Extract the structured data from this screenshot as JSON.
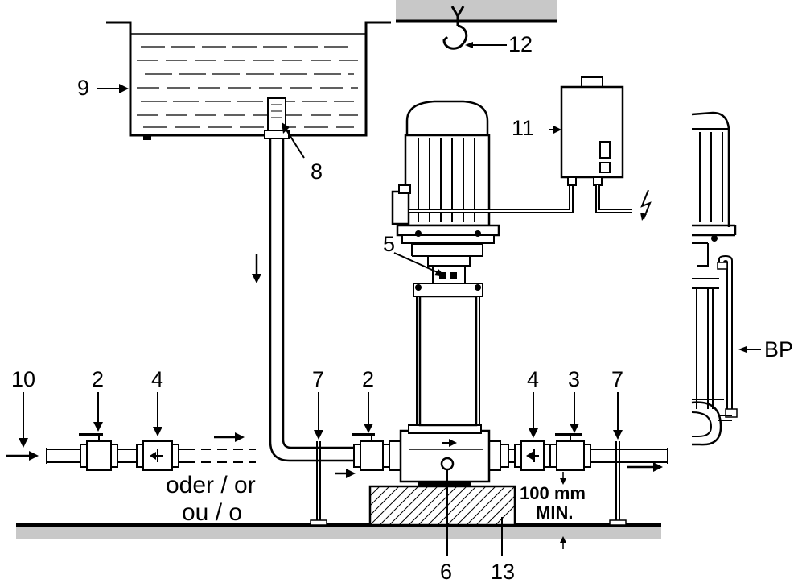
{
  "labels": {
    "n2": "2",
    "n3": "3",
    "n4": "4",
    "n5": "5",
    "n6": "6",
    "n7": "7",
    "n8": "8",
    "n9": "9",
    "n10": "10",
    "n11": "11",
    "n12": "12",
    "n13": "13",
    "bp": "BP"
  },
  "text": {
    "oder_or": "oder / or",
    "ou_o": "ou / o",
    "min_distance": "100 mm",
    "min_label": "MIN."
  },
  "colors": {
    "line": "#000000",
    "ground": "#c8c8c8",
    "background": "#ffffff"
  }
}
